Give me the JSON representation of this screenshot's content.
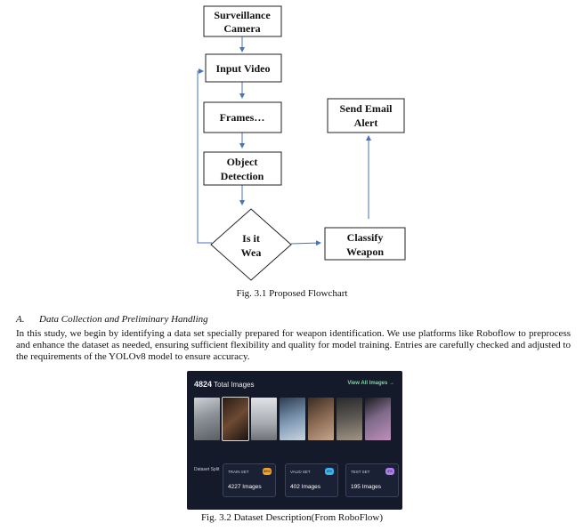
{
  "flowchart": {
    "nodes": {
      "camera": [
        "Surveillance",
        "Camera"
      ],
      "input_video": [
        "Input Video"
      ],
      "frames": [
        "Frames…"
      ],
      "object_detection": [
        "Object",
        "Detection"
      ],
      "is_weapon": [
        "Is it",
        "Wea"
      ],
      "classify": [
        "Classify",
        "Weapon"
      ],
      "email": [
        "Send Email",
        "Alert"
      ]
    },
    "caption": "Fig. 3.1 Proposed Flowchart",
    "colors": {
      "arrow": "#4472c4",
      "border": "#222222"
    }
  },
  "section": {
    "number": "A.",
    "title": "Data Collection and Preliminary Handling",
    "body": "In this study, we begin by identifying a data set specially prepared for weapon identification. We use platforms like Roboflow to preprocess and enhance the dataset as needed, ensuring sufficient flexibility and quality for model training. Entries are carefully checked and adjusted to the requirements of the YOLOv8 model to ensure accuracy."
  },
  "roboflow": {
    "total_count": "4824",
    "total_label": "Total Images",
    "view_all": "View All Images →",
    "split_label": "Dataset Split",
    "sets": [
      {
        "label": "TRAIN SET",
        "value": "4227 Images",
        "pill": "88%",
        "color": "#f0a32f"
      },
      {
        "label": "VALID SET",
        "value": "402 Images",
        "pill": "8%",
        "color": "#38b6f0"
      },
      {
        "label": "TEST SET",
        "value": "195 Images",
        "pill": "4%",
        "color": "#b07cf2"
      }
    ]
  },
  "figure2_caption": "Fig. 3.2 Dataset Description(From RoboFlow)"
}
